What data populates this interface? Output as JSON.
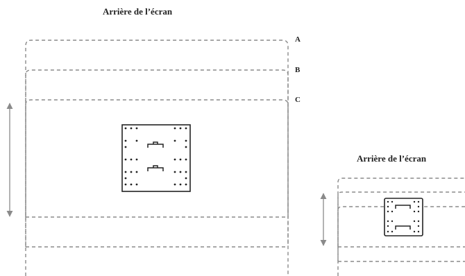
{
  "left_panel": {
    "caption": "Arrière de l’écran",
    "zones": [
      {
        "label": "A"
      },
      {
        "label": "B"
      },
      {
        "label": "C"
      }
    ]
  },
  "right_panel": {
    "caption": "Arrière de l’écran"
  },
  "colors": {
    "dashed_outline": "#8a8a8a",
    "plate_outline": "#222222",
    "arrow": "#8a8a8a",
    "text": "#222222"
  }
}
